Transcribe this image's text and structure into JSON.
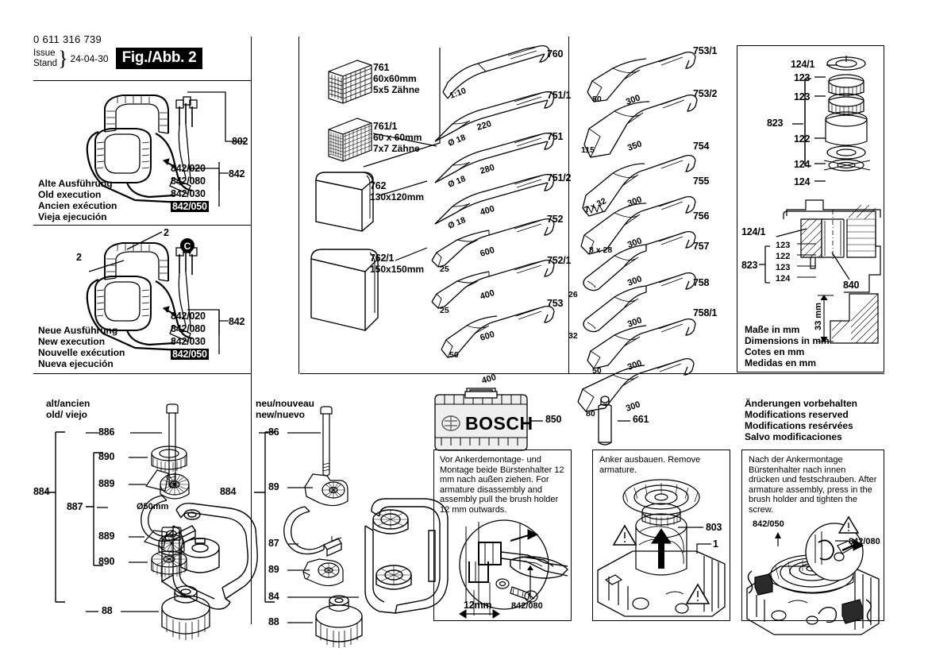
{
  "header": {
    "part_number": "0 611 316 739",
    "issue_label": "Issue",
    "stand_label": "Stand",
    "date": "24-04-30",
    "figure_tag": "Fig./Abb. 2"
  },
  "machine_old": {
    "caption": "Alte Ausführung\nOld execution\nAncien exécution\nVieja ejecución",
    "callout_802": "802",
    "parts": [
      "842/020",
      "842/080",
      "842/030",
      "842/050"
    ],
    "parts_highlight_index": 3,
    "group_label": "842"
  },
  "machine_new": {
    "caption": "Neue Ausführung\nNew execution\nNouvelle exécution\nNueva ejecución",
    "callout_2_top": "2",
    "callout_2_left": "2",
    "callout_c": "C",
    "parts": [
      "842/020",
      "842/080",
      "842/030",
      "842/050"
    ],
    "parts_highlight_index": 3,
    "group_label": "842"
  },
  "tampers": [
    {
      "code": "761",
      "spec": "60x60mm\n5x5 Zähne"
    },
    {
      "code": "761/1",
      "spec": "60 x 60mm\n7x7 Zähne"
    },
    {
      "code": "762",
      "spec": "130x120mm"
    },
    {
      "code": "762/1",
      "spec": "150x150mm"
    }
  ],
  "chisels_left": [
    {
      "code": "760",
      "length": "220",
      "tip": "1:10",
      "type": "taper"
    },
    {
      "code": "751/1",
      "length": "280",
      "tip": "Ø 18",
      "type": "point"
    },
    {
      "code": "751",
      "length": "400",
      "tip": "Ø 18",
      "type": "point"
    },
    {
      "code": "751/2",
      "length": "600",
      "tip": "Ø 18",
      "type": "point"
    },
    {
      "code": "752",
      "length": "400",
      "tip": "25",
      "type": "flat"
    },
    {
      "code": "752/1",
      "length": "600",
      "tip": "25",
      "type": "flat"
    },
    {
      "code": "753",
      "length": "400",
      "tip": "50",
      "type": "flat"
    }
  ],
  "chisels_right": [
    {
      "code": "753/1",
      "length": "300",
      "tip": "80",
      "type": "spade"
    },
    {
      "code": "753/2",
      "length": "350",
      "tip": "115",
      "type": "spade"
    },
    {
      "code": "754",
      "length": "300",
      "tip": "7 x 32",
      "type": "toothed"
    },
    {
      "code": "755",
      "length": "300",
      "tip": "8 x 28",
      "type": "flatwide"
    },
    {
      "code": "756",
      "length": "300",
      "tip": "26",
      "type": "gouge"
    },
    {
      "code": "757",
      "length": "300",
      "tip": "32",
      "type": "gouge"
    },
    {
      "code": "758",
      "length": "300",
      "tip": "50",
      "type": "spade"
    },
    {
      "code": "758/1",
      "length": "300",
      "tip": "80",
      "type": "spade"
    }
  ],
  "toolholder_exploded": {
    "top_item": "124/1",
    "group_label": "823",
    "items": [
      "123",
      "123",
      "122",
      "124",
      "124"
    ]
  },
  "toolholder_section": {
    "top_item": "124/1",
    "group_label": "823",
    "items": [
      "123",
      "122",
      "123",
      "124"
    ],
    "callout_840": "840",
    "dimension": "33 mm"
  },
  "units_note": "Maße in mm\nDimensions in mm\nCotes en mm\nMedidas en mm",
  "reserved_note": "Änderungen vorbehalten\nModifications reserved\nModifications resérvées\nSalvo modificaciones",
  "handle_old": {
    "title": "alt/ancien\nold/ viejo",
    "group_label": "884",
    "items": [
      "886",
      "890",
      "889",
      "887",
      "889",
      "890",
      "88"
    ],
    "diameter": "Ø50mm"
  },
  "handle_new": {
    "title": "neu/nouveau\nnew/nuevo",
    "group_label": "884",
    "items": [
      "86",
      "89",
      "87",
      "89",
      "84",
      "88"
    ]
  },
  "case": {
    "code": "850",
    "brand": "BOSCH"
  },
  "grease": {
    "code": "661"
  },
  "panels": [
    {
      "text": "Vor Ankerdemontage- und Montage beide\nBürstenhalter 12 mm nach außen ziehen.\nFor armature disassembly and assembly\npull the brush holder 12 mm outwards.",
      "labels": [
        "12mm",
        "842/080"
      ]
    },
    {
      "text": "Anker ausbauen. Remove armature.",
      "labels": [
        "803",
        "1"
      ]
    },
    {
      "text": "Nach der Ankermontage Bürstenhalter\nnach innen drücken und festschrauben.\nAfter armature assembly, press in the\nbrush holder and tighten the screw.",
      "labels": [
        "842/050",
        "842/080"
      ]
    }
  ]
}
